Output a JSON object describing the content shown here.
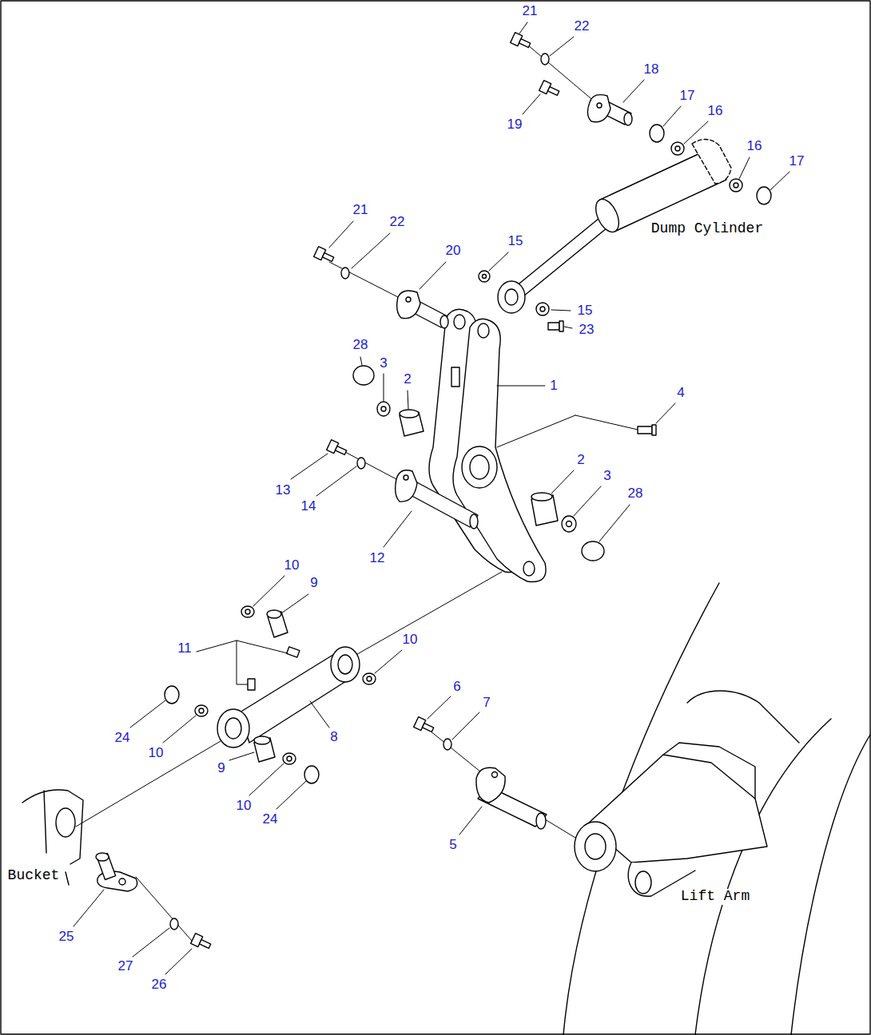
{
  "diagram": {
    "labels": [
      "21",
      "22",
      "18",
      "17",
      "16",
      "19",
      "16",
      "17",
      "21",
      "Dump Cylinder",
      "22",
      "15",
      "20",
      "15",
      "23",
      "28",
      "3",
      "2",
      "1",
      "4",
      "2",
      "3",
      "13",
      "28",
      "14",
      "12",
      "10",
      "9",
      "10",
      "11",
      "8",
      "24",
      "10",
      "6",
      "7",
      "9",
      "10",
      "24",
      "5",
      "Bucket",
      "Lift Arm",
      "25",
      "27",
      "26"
    ]
  }
}
